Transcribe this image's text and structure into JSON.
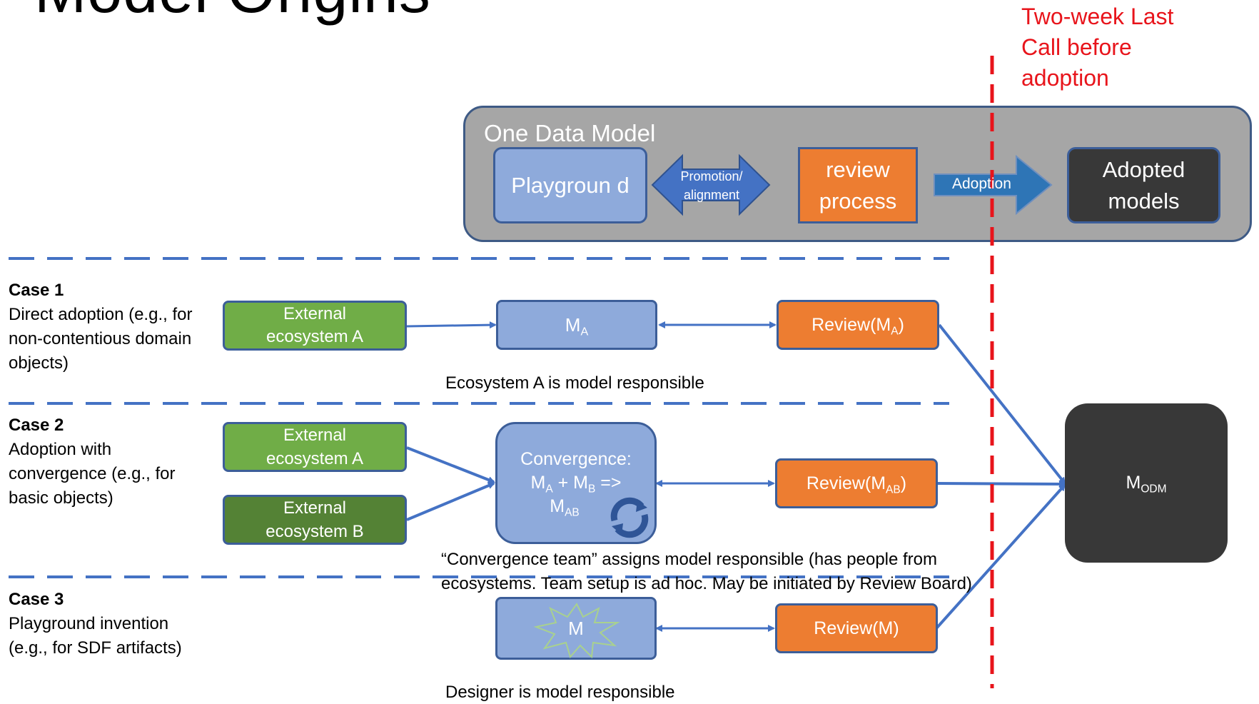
{
  "title": "Model Origins",
  "red_note": "Two-week Last Call before adoption",
  "panel": {
    "title": "One Data Model",
    "playground": "Playgroun d",
    "promotion": "Promotion/ alignment",
    "review": "review process",
    "adoption": "Adoption",
    "adopted": "Adopted models"
  },
  "cases": [
    {
      "label": "Case 1",
      "desc": "Direct adoption (e.g., for non-contentious domain objects)",
      "ext_a": "External ecosystem A",
      "model": "M",
      "model_sub": "A",
      "review": "Review(M",
      "review_sub": "A",
      "review_end": ")",
      "caption": "Ecosystem A is model responsible"
    },
    {
      "label": "Case 2",
      "desc": "Adoption with convergence (e.g., for basic objects)",
      "ext_a": "External ecosystem A",
      "ext_b": "External ecosystem B",
      "conv_title": "Convergence:",
      "conv_m1": "M",
      "conv_s1": "A",
      "conv_plus": " + M",
      "conv_s2": "B",
      "conv_arrow": " =>",
      "conv_m3": "M",
      "conv_s3": "AB",
      "review": "Review(M",
      "review_sub": "AB",
      "review_end": ")",
      "caption1": "“Convergence team” assigns model responsible (has people from",
      "caption2": "ecosystems. Team setup is ad hoc. May be initiated by Review Board)"
    },
    {
      "label": "Case 3",
      "desc": "Playground invention (e.g., for SDF artifacts)",
      "model": "M",
      "review": "Review(M)",
      "caption": "Designer is model responsible"
    }
  ],
  "odm": {
    "m": "M",
    "sub": "ODM"
  },
  "colors": {
    "red": "#e8141b",
    "blue_dash": "#4472c4",
    "panel_gray": "#a6a6a6",
    "light_blue": "#8eaadb",
    "orange": "#ed7d31",
    "dark": "#383838",
    "green": "#70ad47",
    "green_dark": "#548235"
  }
}
